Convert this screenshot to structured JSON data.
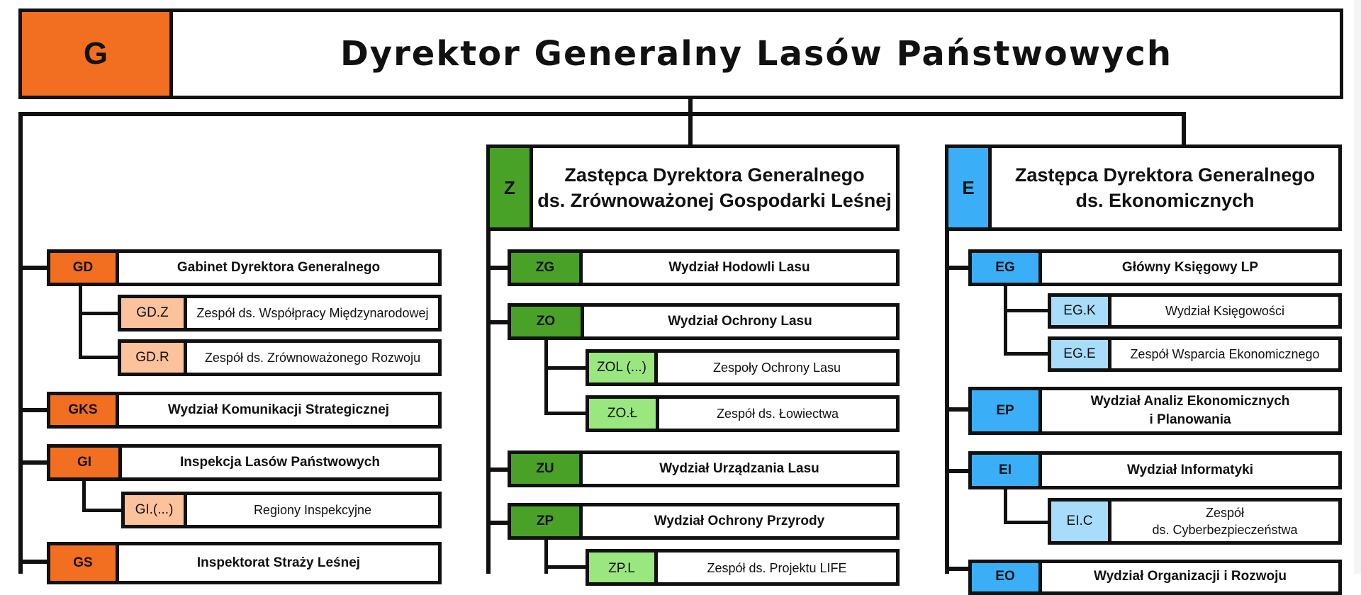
{
  "top": {
    "code": "G",
    "title": "Dyrektor Generalny Lasów Państwowych"
  },
  "colors": {
    "g_accent": "#f26e21",
    "g_sub": "#fcc29c",
    "z_accent": "#4aa128",
    "z_sub": "#9ae67f",
    "e_accent": "#3aaff7",
    "e_sub": "#a8dcfb"
  },
  "left": {
    "units": [
      {
        "code": "GD",
        "title": "Gabinet Dyrektora Generalnego",
        "subs": [
          {
            "code": "GD.Z",
            "title": "Zespół ds. Współpracy Międzynarodowej"
          },
          {
            "code": "GD.R",
            "title": "Zespół ds. Zrównoważonego Rozwoju"
          }
        ]
      },
      {
        "code": "GKS",
        "title": "Wydział Komunikacji Strategicznej"
      },
      {
        "code": "GI",
        "title": "Inspekcja Lasów Państwowych",
        "subs": [
          {
            "code": "GI.(...)",
            "title": "Regiony Inspekcyjne"
          }
        ]
      },
      {
        "code": "GS",
        "title": "Inspektorat Straży Leśnej"
      }
    ]
  },
  "z": {
    "code": "Z",
    "title_1": "Zastępca Dyrektora Generalnego",
    "title_2": "ds. Zrównoważonej Gospodarki Leśnej",
    "units": [
      {
        "code": "ZG",
        "title": "Wydział Hodowli Lasu"
      },
      {
        "code": "ZO",
        "title": "Wydział Ochrony Lasu",
        "subs": [
          {
            "code": "ZOL (...)",
            "title": "Zespoły Ochrony Lasu"
          },
          {
            "code": "ZO.Ł",
            "title": "Zespół ds. Łowiectwa"
          }
        ]
      },
      {
        "code": "ZU",
        "title": "Wydział Urządzania Lasu"
      },
      {
        "code": "ZP",
        "title": "Wydział Ochrony Przyrody",
        "subs": [
          {
            "code": "ZP.L",
            "title": "Zespół ds. Projektu LIFE"
          }
        ]
      }
    ]
  },
  "e": {
    "code": "E",
    "title_1": "Zastępca Dyrektora Generalnego",
    "title_2": "ds. Ekonomicznych",
    "units": [
      {
        "code": "EG",
        "title": "Główny Księgowy LP",
        "subs": [
          {
            "code": "EG.K",
            "title": "Wydział Księgowości"
          },
          {
            "code": "EG.E",
            "title": "Zespół Wsparcia Ekonomicznego"
          }
        ]
      },
      {
        "code": "EP",
        "title_1": "Wydział Analiz Ekonomicznych",
        "title_2": "i Planowania"
      },
      {
        "code": "EI",
        "title": "Wydział Informatyki",
        "subs": [
          {
            "code": "EI.C",
            "title_1": "Zespół",
            "title_2": "ds. Cyberbezpieczeństwa"
          }
        ]
      },
      {
        "code": "EO",
        "title": "Wydział Organizacji i Rozwoju"
      }
    ]
  }
}
